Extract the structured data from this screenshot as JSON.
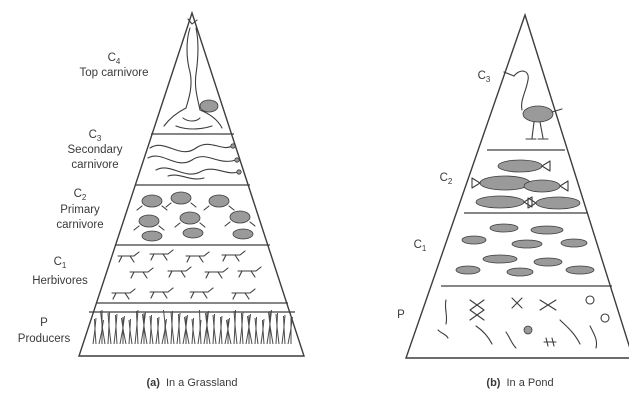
{
  "grassland": {
    "caption_marker": "(a)",
    "caption_text": "In a Grassland",
    "levels": [
      {
        "code": "C",
        "sub": "4",
        "name": [
          "Top carnivore"
        ],
        "organism": "snake-eating-bird"
      },
      {
        "code": "C",
        "sub": "3",
        "name": [
          "Secondary",
          "carnivore"
        ],
        "organism": "snakes"
      },
      {
        "code": "C",
        "sub": "2",
        "name": [
          "Primary",
          "carnivore"
        ],
        "organism": "frogs"
      },
      {
        "code": "C",
        "sub": "1",
        "name": [
          "Herbivores"
        ],
        "organism": "grasshoppers"
      },
      {
        "code": "P",
        "sub": "",
        "name": [
          "Producers"
        ],
        "organism": "grass"
      }
    ]
  },
  "pond": {
    "caption_marker": "(b)",
    "caption_text": "In a Pond",
    "levels": [
      {
        "code": "C",
        "sub": "3",
        "organism": "heron"
      },
      {
        "code": "C",
        "sub": "2",
        "organism": "large-fish"
      },
      {
        "code": "C",
        "sub": "1",
        "organism": "small-fish"
      },
      {
        "code": "P",
        "sub": "",
        "organism": "phytoplankton"
      }
    ]
  }
}
